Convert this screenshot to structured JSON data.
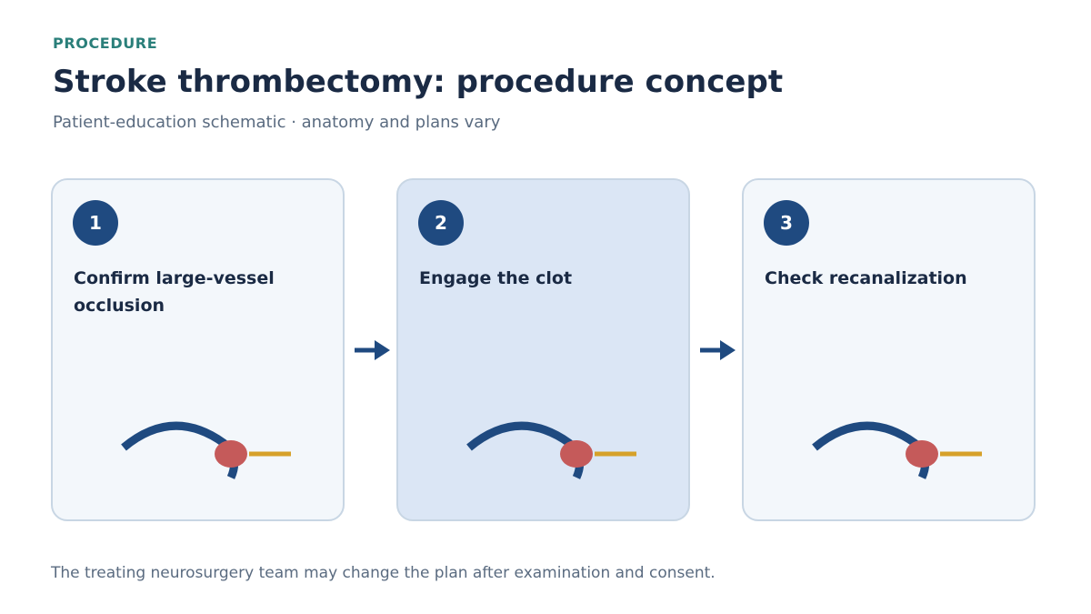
{
  "header": {
    "eyebrow": "PROCEDURE",
    "title": "Stroke thrombectomy: procedure concept",
    "subtitle": "Patient-education schematic · anatomy and plans vary"
  },
  "steps": [
    {
      "number": "1",
      "title": "Confirm large-vessel occlusion",
      "active": false
    },
    {
      "number": "2",
      "title": "Engage the clot",
      "active": true
    },
    {
      "number": "3",
      "title": "Check recanalization",
      "active": false
    }
  ],
  "footer": {
    "note": "The treating neurosurgery team may change the plan after examination and consent."
  },
  "colors": {
    "accent_teal": "#2a7f7a",
    "navy": "#1f4a80",
    "title_text": "#1a2a44",
    "muted_text": "#5a6b80",
    "card_bg": "#f3f7fb",
    "card_active_bg": "#dbe6f5",
    "card_border": "#c8d6e4",
    "clot": "#c55a5a",
    "device": "#d6a12a"
  },
  "icons": {
    "vessel": "vessel-illustration-icon",
    "clot": "clot-icon",
    "device": "catheter-device-icon",
    "arrow": "arrow-right-icon"
  }
}
